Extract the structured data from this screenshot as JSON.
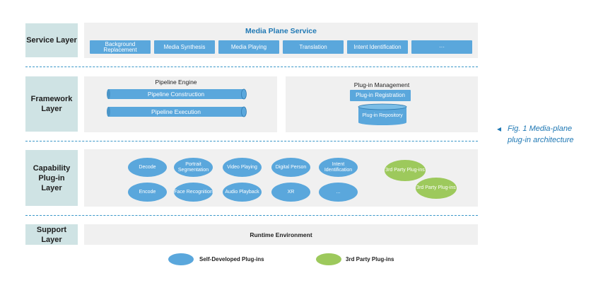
{
  "layers": {
    "service": "Service Layer",
    "framework": "Framework Layer",
    "capability": "Capability Plug-in Layer",
    "support": "Support Layer"
  },
  "service": {
    "title": "Media Plane Service",
    "items": [
      "Background Replacement",
      "Media Synthesis",
      "Media Playing",
      "Translation",
      "Intent Identification",
      "···"
    ]
  },
  "framework": {
    "pipeline_engine": {
      "title": "Pipeline Engine",
      "items": [
        "Pipeline Construction",
        "Pipeline Execution"
      ]
    },
    "plugin_management": {
      "title": "Plug-in  Management",
      "registration": "Plug-in Registration",
      "repository": "Plug-in Repository"
    }
  },
  "capability": {
    "self_row1": [
      "Decode",
      "Portrait Segmentation",
      "Video Playing",
      "Digital Person",
      "Intent Identification"
    ],
    "self_row2": [
      "Encode",
      "Face Recognition",
      "Audio Playback",
      "XR",
      "..."
    ],
    "third_party": [
      "3rd Party Plug-ins",
      "3rd Party Plug-ins"
    ]
  },
  "support": {
    "runtime": "Runtime Environment"
  },
  "legend": {
    "self": "Self-Developed Plug-ins",
    "third": "3rd Party Plug-ins"
  },
  "caption": {
    "arrow": "◂",
    "line1": "Fig. 1 Media-plane",
    "line2": "plug-in architecture"
  },
  "colors": {
    "blue": "#5aa7dc",
    "green": "#9dc95c",
    "label_bg": "#cfe3e4",
    "panel_bg": "#f0f0f0",
    "accent": "#1f78b4"
  }
}
